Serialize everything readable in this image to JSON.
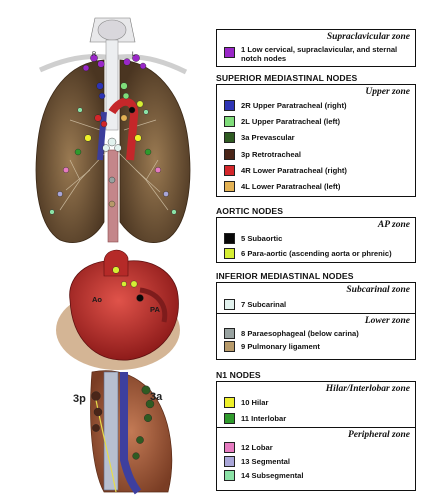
{
  "supraclavicular": {
    "zone": "Supraclavicular zone",
    "items": [
      {
        "label": "1 Low cervical, supraclavicular, and sternal notch nodes",
        "color": "#9a27c8"
      }
    ]
  },
  "superior": {
    "title": "SUPERIOR MEDIASTINAL NODES",
    "zone": "Upper zone",
    "items": [
      {
        "label": "2R Upper Paratracheal (right)",
        "color": "#2e34b5"
      },
      {
        "label": "2L Upper Paratracheal (left)",
        "color": "#7fdc7a"
      },
      {
        "label": "3a Prevascular",
        "color": "#2f5b22"
      },
      {
        "label": "3p Retrotracheal",
        "color": "#4a2518"
      },
      {
        "label": "4R Lower Paratracheal (right)",
        "color": "#d4262a"
      },
      {
        "label": "4L Lower Paratracheal (left)",
        "color": "#e3b254"
      }
    ]
  },
  "aortic": {
    "title": "AORTIC NODES",
    "zone": "AP zone",
    "items": [
      {
        "label": "5 Subaortic",
        "color": "#080808"
      },
      {
        "label": "6 Para-aortic (ascending aorta or phrenic)",
        "color": "#d6ee33"
      }
    ]
  },
  "inferior": {
    "title": "INFERIOR MEDIASTINAL NODES",
    "zone1": "Subcarinal zone",
    "items1": [
      {
        "label": "7 Subcarinal",
        "color": "#e2f2ee"
      }
    ],
    "zone2": "Lower zone",
    "items2": [
      {
        "label": "8 Paraesophageal (below carina)",
        "color": "#98a2a0"
      },
      {
        "label": "9 Pulmonary ligament",
        "color": "#b79a6a"
      }
    ]
  },
  "n1": {
    "title": "N1 NODES",
    "zone1": "Hilar/Interlobar zone",
    "items1": [
      {
        "label": "10 Hilar",
        "color": "#eef02a"
      },
      {
        "label": "11 Interlobar",
        "color": "#2f9a2c"
      }
    ],
    "zone2": "Peripheral zone",
    "items2": [
      {
        "label": "12 Lobar",
        "color": "#e67bc0"
      },
      {
        "label": "13 Segmental",
        "color": "#a9a6d8"
      },
      {
        "label": "14 Subsegmental",
        "color": "#8be2a6"
      }
    ]
  },
  "figure_labels": {
    "left_3p": "3p",
    "right_3a": "3a",
    "ao": "Ao",
    "pa": "PA",
    "r": "R",
    "l": "L"
  }
}
